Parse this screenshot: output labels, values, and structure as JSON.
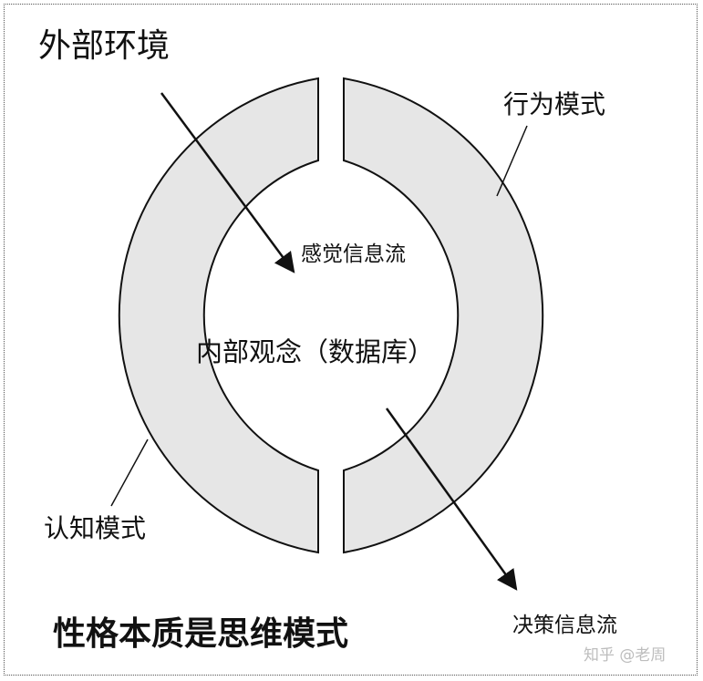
{
  "diagram": {
    "external_environment": "外部环境",
    "behavior_pattern": "行为模式",
    "sensory_info_flow": "感觉信息流",
    "internal_concepts": "内部观念（数据库）",
    "cognitive_pattern": "认知模式",
    "decision_info_flow": "决策信息流",
    "conclusion": "性格本质是思维模式",
    "watermark": "知乎 @老周"
  },
  "colors": {
    "ring_fill": "#e6e6e6",
    "stroke": "#111111",
    "background": "#ffffff"
  }
}
